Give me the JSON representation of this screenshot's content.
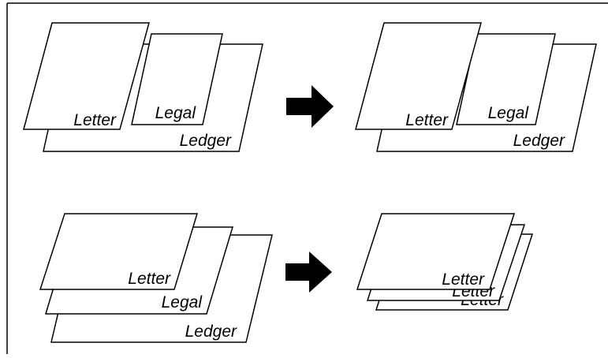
{
  "colors": {
    "stroke": "#000000",
    "paper": "#ffffff",
    "arrow": "#000000"
  },
  "top_row": {
    "before": {
      "letter": "Letter",
      "legal": "Legal",
      "ledger": "Ledger"
    },
    "after": {
      "letter": "Letter",
      "legal": "Legal",
      "ledger": "Ledger"
    }
  },
  "bottom_row": {
    "before": {
      "letter": "Letter",
      "legal": "Legal",
      "ledger": "Ledger"
    },
    "after": {
      "letter": "Letter",
      "letter_2": "Letter",
      "letter_3": "Letter"
    }
  },
  "icons": [
    "right-arrow-icon",
    "right-arrow-icon"
  ]
}
